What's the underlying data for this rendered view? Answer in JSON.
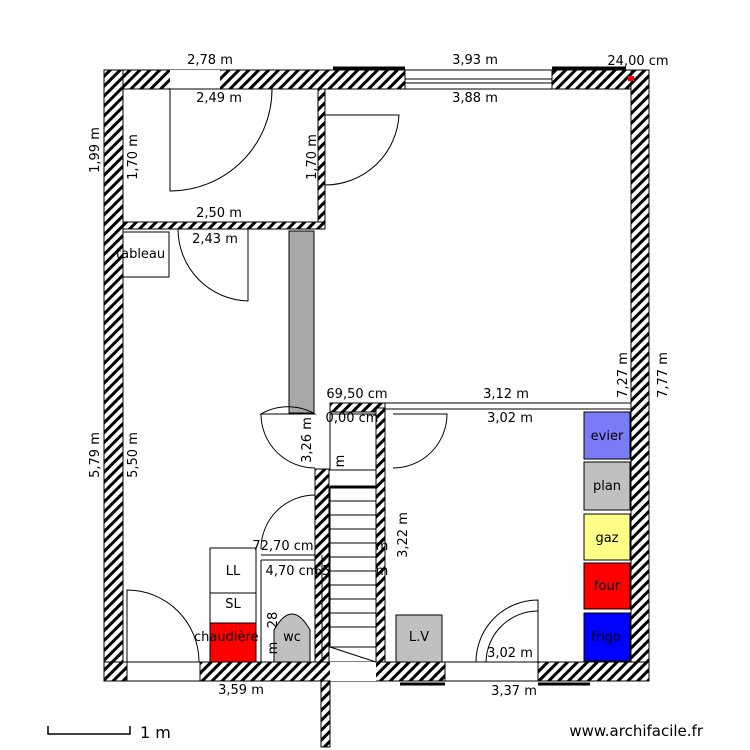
{
  "dimensions": {
    "top_left_outer": "2,78 m",
    "top_left_inner": "2,49 m",
    "top_right_outer": "3,93 m",
    "top_right_inner": "3,88 m",
    "corner_thickness": "24,00 cm",
    "left_top_outer": "1,99 m",
    "left_top_inner": "1,70 m",
    "mid_top_height": "1,70 m",
    "wall_2_50": "2,50 m",
    "wall_2_43": "2,43 m",
    "left_outer_lower": "5,79 m",
    "left_inner_lower": "5,50 m",
    "right_outer": "7,77 m",
    "right_inner": "7,27 m",
    "partition_69_50": "69,50 cm",
    "partition_00": "0,00 cm",
    "kitchen_outer": "3,12 m",
    "kitchen_inner": "3,02 m",
    "hall_3_26": "3,26 m",
    "stair_3_22": "3,22 m",
    "dim_72_70": "72,70 cm",
    "dim_4_70": "4,70 cm",
    "dim_65": "65",
    "dim_28": "28",
    "bottom_left": "3,59 m",
    "bottom_right_inner": "3,02 m",
    "bottom_right_outer": "3,37 m",
    "frag_m1": "m",
    "frag_m2": "m",
    "frag_m3": "m",
    "frag_m4": "m"
  },
  "labels": {
    "tableau": "tableau",
    "ll": "LL",
    "sl": "SL",
    "chaudiere": "chaudière",
    "wc": "wc",
    "lv": "L.V",
    "evier": "evier",
    "plan": "plan",
    "gaz": "gaz",
    "four": "four",
    "frigo": "frigo"
  },
  "scale_label": "1 m",
  "credit": "www.archifacile.fr",
  "colors": {
    "evier": "#7b7bf7",
    "plan": "#c0c0c0",
    "gaz": "#ffff88",
    "four": "#ff0000",
    "frigo": "#0000ff",
    "chaudiere": "#ff0000",
    "wc": "#c0c0c0",
    "lv": "#c0c0c0",
    "column": "#a8a8a8"
  }
}
